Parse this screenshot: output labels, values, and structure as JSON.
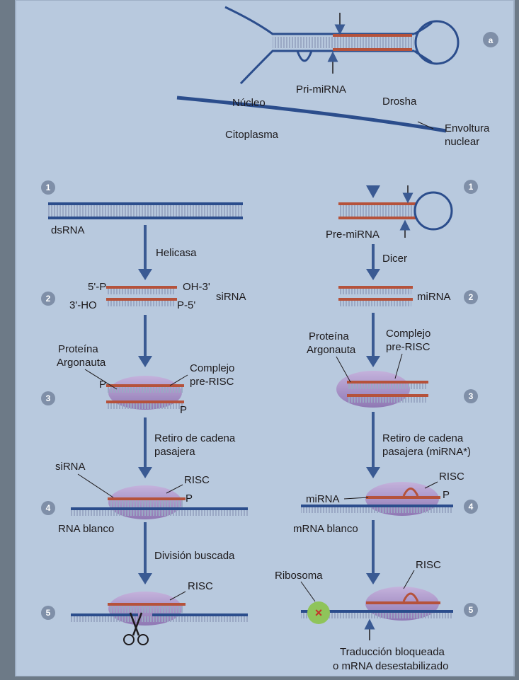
{
  "colors": {
    "background": "#b4c6dc",
    "strand_red": "#b5523b",
    "strand_blue": "#2b4d8c",
    "protein": "#a58fc4",
    "ribosome": "#8fc45a",
    "arrow": "#3a5a93",
    "step_circle": "#7f8fa8"
  },
  "top": {
    "label": "a",
    "pri_mirna": "Pri-miRNA",
    "nucleo": "Núcleo",
    "drosha": "Drosha",
    "citoplasma": "Citoplasma",
    "envoltura": [
      "Envoltura",
      "nuclear"
    ]
  },
  "left": {
    "step1": {
      "num": "1",
      "dsrna": "dsRNA",
      "helicasa": "Helicasa"
    },
    "step2": {
      "num": "2",
      "p5_left": "5'-P",
      "oh3": "OH-3'",
      "ho3": "3'-HO",
      "p5_right": "P-5'",
      "sirna": "siRNA"
    },
    "step3": {
      "num": "3",
      "proteina": [
        "Proteína",
        "Argonauta"
      ],
      "complejo": [
        "Complejo",
        "pre-RISC"
      ],
      "p": "P",
      "p2": "P",
      "retiro": [
        "Retiro de cadena",
        "pasajera"
      ]
    },
    "step4": {
      "num": "4",
      "sirna": "siRNA",
      "risc": "RISC",
      "p": "P",
      "rna_blanco": "RNA blanco",
      "division": "División buscada"
    },
    "step5": {
      "num": "5",
      "risc": "RISC",
      "scissors": "scissors-icon"
    }
  },
  "right": {
    "step1": {
      "num": "1",
      "pre_mirna": "Pre-miRNA",
      "dicer": "Dicer"
    },
    "step2": {
      "num": "2",
      "mirna": "miRNA"
    },
    "step3": {
      "num": "3",
      "proteina": [
        "Proteína",
        "Argonauta"
      ],
      "complejo": [
        "Complejo",
        "pre-RISC"
      ],
      "retiro": [
        "Retiro de cadena",
        "pasajera (miRNA*)"
      ]
    },
    "step4": {
      "num": "4",
      "risc": "RISC",
      "mirna": "miRNA",
      "p": "P",
      "mrna_blanco": "mRNA blanco"
    },
    "step5": {
      "num": "5",
      "ribosoma": "Ribosoma",
      "risc": "RISC",
      "traduccion": [
        "Traducción bloqueada",
        "o mRNA desestabilizado"
      ]
    }
  }
}
